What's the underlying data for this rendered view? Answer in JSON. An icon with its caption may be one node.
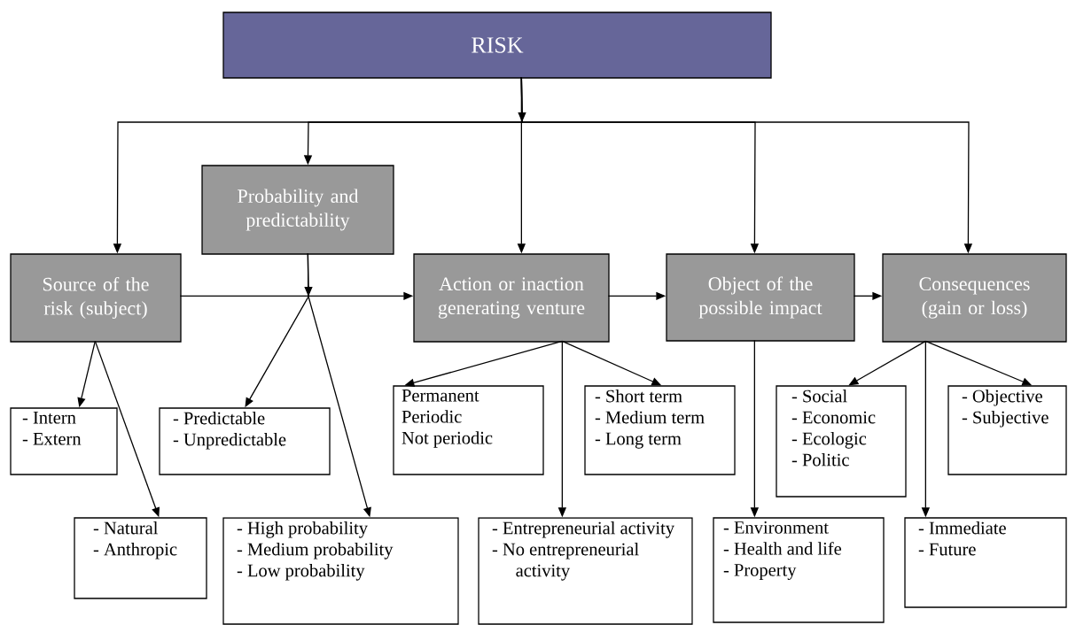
{
  "diagram": {
    "nodes": [
      {
        "text": [
          "RISK"
        ]
      },
      {
        "text": [
          "Probability and predictability"
        ]
      },
      {
        "text": [
          "Source of the risk (subject)"
        ]
      },
      {
        "text": [
          "Action or inaction generating venture"
        ]
      },
      {
        "text": [
          "Object of the possible impact"
        ]
      },
      {
        "text": [
          "Consequences (gain or loss)"
        ]
      },
      {
        "text": [
          "- Intern",
          "- Extern"
        ]
      },
      {
        "text": [
          "- Predictable",
          "- Unpredictable"
        ]
      },
      {
        "text": [
          "Permanent",
          "Periodic",
          "Not periodic"
        ]
      },
      {
        "text": [
          "- Short term",
          "- Medium term",
          "- Long term"
        ]
      },
      {
        "text": [
          "- Natural",
          "- Anthropic"
        ]
      },
      {
        "text": [
          "- High probability",
          "- Medium probability",
          "- Low probability"
        ]
      },
      {
        "text": [
          "- Entrepreneurial activity",
          "- No entrepreneurial activity"
        ]
      },
      {
        "text": [
          "- Social",
          "- Economic",
          "- Ecologic",
          "- Politic"
        ]
      },
      {
        "text": [
          "- Objective",
          "- Subjective"
        ]
      },
      {
        "text": [
          "- Environment",
          "- Health and life",
          "- Property"
        ]
      },
      {
        "text": [
          "- Immediate",
          "- Future"
        ]
      }
    ],
    "edges": [
      {
        "from": 0,
        "to": 2,
        "arrow": "to"
      },
      {
        "from": 0,
        "to": 1,
        "arrow": "to"
      },
      {
        "from": 0,
        "to": 3,
        "arrow": "to"
      },
      {
        "from": 0,
        "to": 4,
        "arrow": "to"
      },
      {
        "from": 0,
        "to": 5,
        "arrow": "to"
      },
      {
        "from": 1,
        "to": 7,
        "arrow": "to"
      },
      {
        "from": 1,
        "to": 11,
        "arrow": "to"
      },
      {
        "from": 2,
        "to": 3,
        "arrow": "to"
      },
      {
        "from": 2,
        "to": 6,
        "arrow": "to"
      },
      {
        "from": 2,
        "to": 10,
        "arrow": "to"
      },
      {
        "from": 3,
        "to": 8,
        "arrow": "to"
      },
      {
        "from": 3,
        "to": 12,
        "arrow": "to"
      },
      {
        "from": 3,
        "to": 9,
        "arrow": "to"
      },
      {
        "from": 3,
        "to": 4,
        "arrow": "to"
      },
      {
        "from": 4,
        "to": 5,
        "arrow": "to"
      },
      {
        "from": 4,
        "to": 15,
        "arrow": "to"
      },
      {
        "from": 5,
        "to": 13,
        "arrow": "to"
      },
      {
        "from": 5,
        "to": 16,
        "arrow": "to"
      },
      {
        "from": 5,
        "to": 14,
        "arrow": "to"
      }
    ]
  }
}
